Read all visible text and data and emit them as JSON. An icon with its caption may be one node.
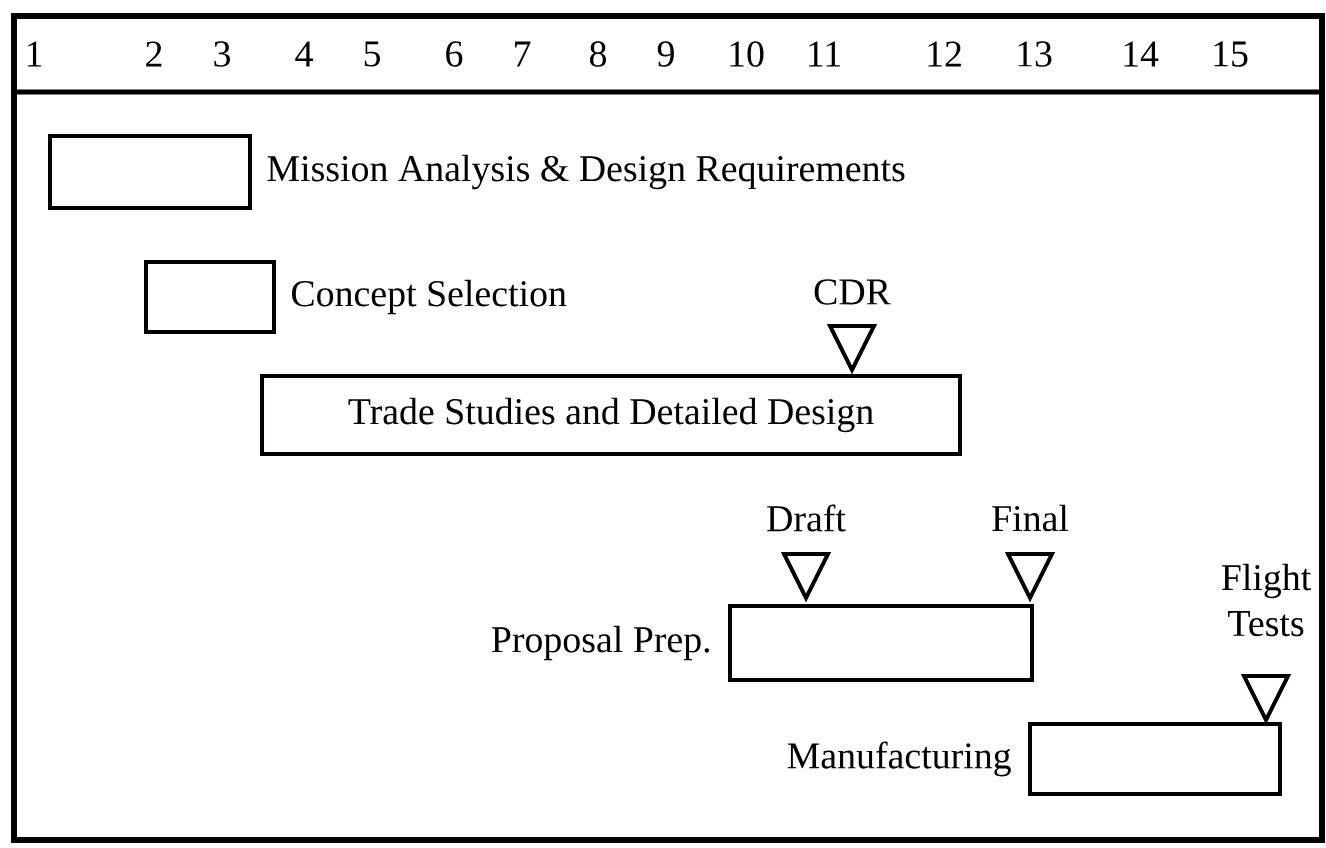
{
  "diagram": {
    "nodes": [
      {
        "text": [
          "Mission Analysis & Design Requirements"
        ]
      },
      {
        "text": [
          "Concept Selection"
        ]
      },
      {
        "text": [
          "Trade Studies and Detailed Design"
        ]
      },
      {
        "text": [
          "Proposal Prep."
        ]
      },
      {
        "text": [
          "Manufacturing"
        ]
      },
      {
        "text": [
          "CDR"
        ]
      },
      {
        "text": [
          "Draft"
        ]
      },
      {
        "text": [
          "Final"
        ]
      },
      {
        "text": [
          "Flight Tests"
        ]
      }
    ],
    "labels": [
      "1",
      "2",
      "3",
      "4",
      "5",
      "6",
      "7",
      "8",
      "9",
      "10",
      "11",
      "12",
      "13",
      "14",
      "15"
    ]
  }
}
